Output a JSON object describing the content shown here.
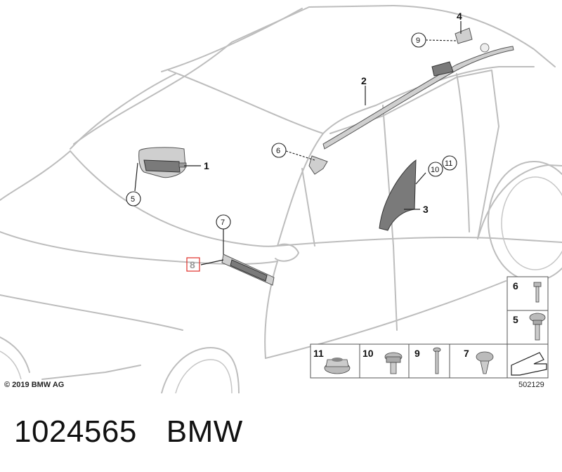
{
  "callouts": {
    "c1": "1",
    "c2": "2",
    "c3": "3",
    "c4": "4",
    "c5": "5",
    "c6": "6",
    "c7": "7",
    "c8": "8",
    "c9": "9",
    "c10": "10",
    "c11": "11"
  },
  "legend": {
    "right_column": [
      "6",
      "5"
    ],
    "bottom_row": [
      "11",
      "10",
      "9",
      "7"
    ]
  },
  "colors": {
    "highlight": "#e0302a",
    "car_outline": "#bdbdbd"
  },
  "copyright": "© 2019 BMW AG",
  "drawing_number": "502129",
  "footer": {
    "part_number": "1024565",
    "brand": "BMW"
  }
}
